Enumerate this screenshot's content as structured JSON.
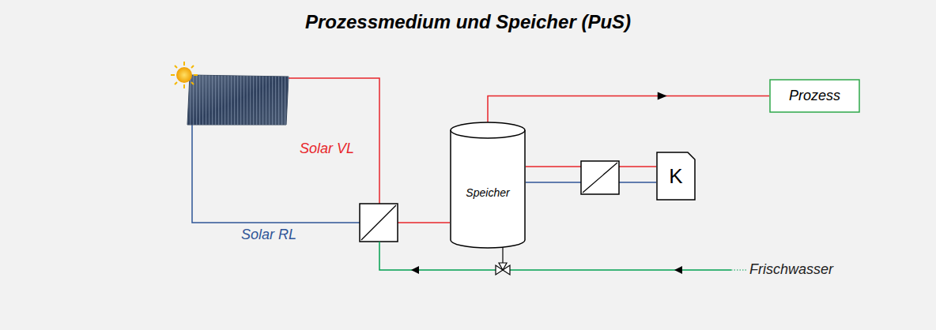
{
  "diagram": {
    "title": "Prozessmedium und Speicher (PuS)",
    "nodes": [
      {
        "text": [
          "Speicher"
        ]
      },
      {
        "text": [
          "Prozess"
        ]
      },
      {
        "text": [
          "K"
        ]
      }
    ],
    "edges": [
      {
        "from": 0,
        "to": 1,
        "arrow": "to"
      },
      {
        "from": 0,
        "to": 2,
        "arrow": "none"
      }
    ],
    "labels": [
      "Solar VL",
      "Solar RL",
      "Frischwasser"
    ]
  }
}
